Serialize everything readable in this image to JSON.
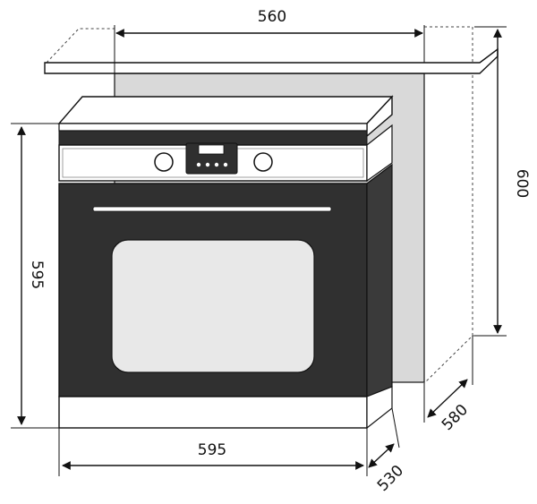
{
  "dimensions": {
    "niche_width": "560",
    "niche_height": "600",
    "niche_depth": "580",
    "oven_width": "595",
    "oven_height": "595",
    "oven_depth": "530"
  },
  "colors": {
    "oven_body": "#303030",
    "niche_back": "#d9d9d9",
    "window": "#e8e8e8",
    "outline": "#111111"
  }
}
